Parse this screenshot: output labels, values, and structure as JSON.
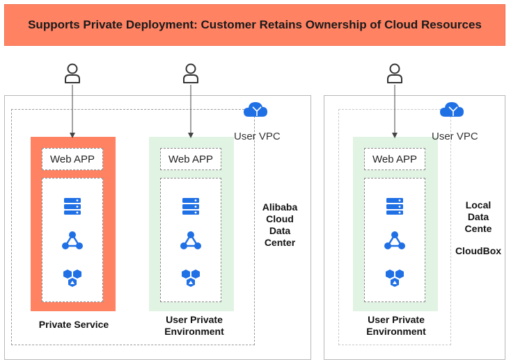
{
  "banner": {
    "title": "Supports Private Deployment: Customer Retains Ownership of Cloud Resources"
  },
  "left_region": {
    "vpc_label": "User VPC",
    "side_label_lines": [
      "Alibaba",
      "Cloud",
      "Data",
      "Center"
    ],
    "columns": [
      {
        "app_label": "Web APP",
        "label_lines": [
          "Private Service"
        ],
        "style": "orange"
      },
      {
        "app_label": "Web APP",
        "label_lines": [
          "User Private",
          "Environment"
        ],
        "style": "green"
      }
    ]
  },
  "right_region": {
    "vpc_label": "User VPC",
    "side_label_lines": [
      "Local",
      "Data",
      "Cente"
    ],
    "extra_label": "CloudBox",
    "columns": [
      {
        "app_label": "Web APP",
        "label_lines": [
          "User Private",
          "Environment"
        ],
        "style": "green"
      }
    ]
  },
  "icons": [
    "user-icon",
    "cloud-icon",
    "server-stack-icon",
    "network-node-icon",
    "cubes-icon"
  ],
  "colors": {
    "banner": "#FF8263",
    "private_service": "#FF8263",
    "user_env": "#E1F3E3",
    "icon_blue": "#1F6FE5"
  }
}
